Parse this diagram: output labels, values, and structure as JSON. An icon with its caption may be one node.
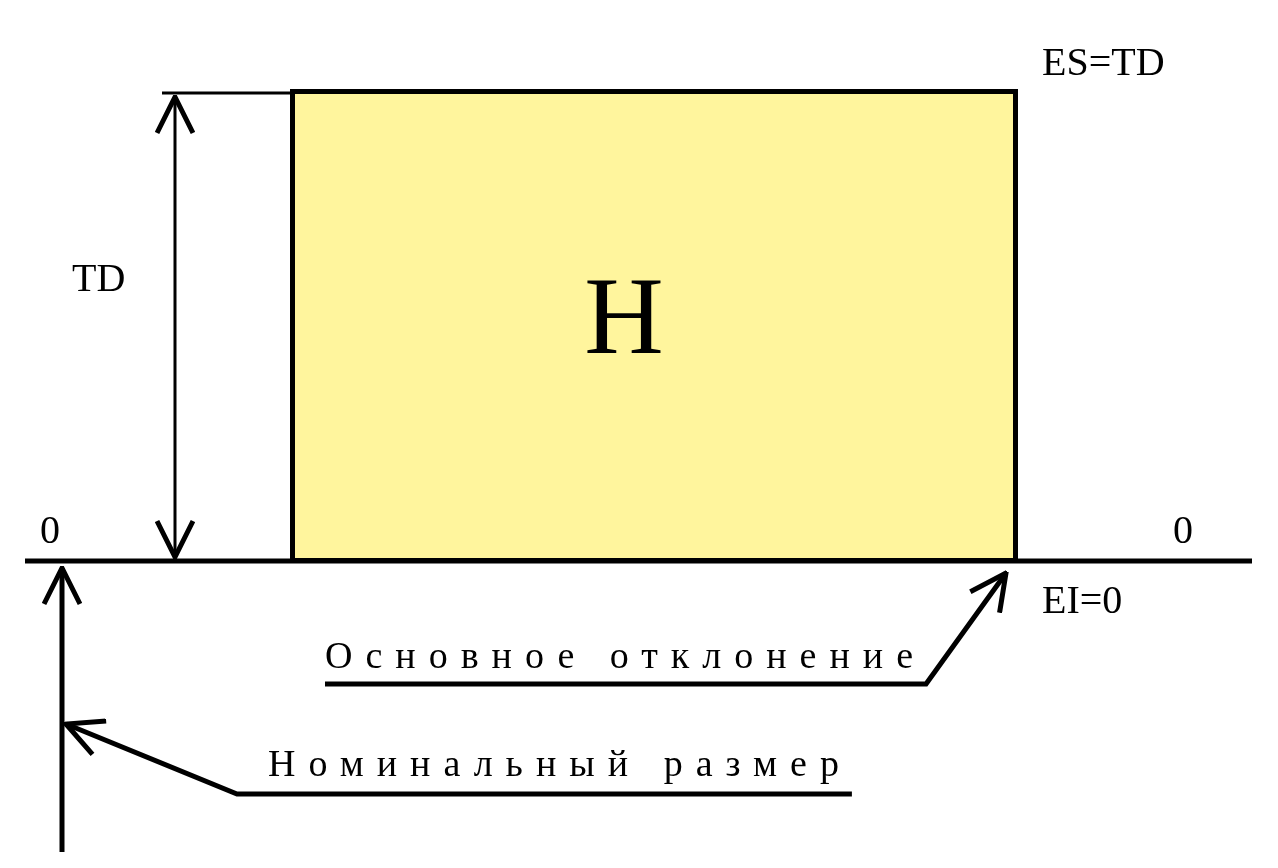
{
  "diagram": {
    "nodes": [
      {
        "text": [
          "H"
        ]
      },
      {
        "text": [
          "Основное отклонение"
        ]
      },
      {
        "text": [
          "Номинальный размер"
        ]
      }
    ],
    "edges": [
      {
        "from": 1,
        "to": 0,
        "arrow": "to"
      },
      {
        "from": 2,
        "to": null,
        "arrow": "to"
      }
    ],
    "labels": [
      "ES=TD",
      "TD",
      "0",
      "0",
      "EI=0"
    ]
  }
}
